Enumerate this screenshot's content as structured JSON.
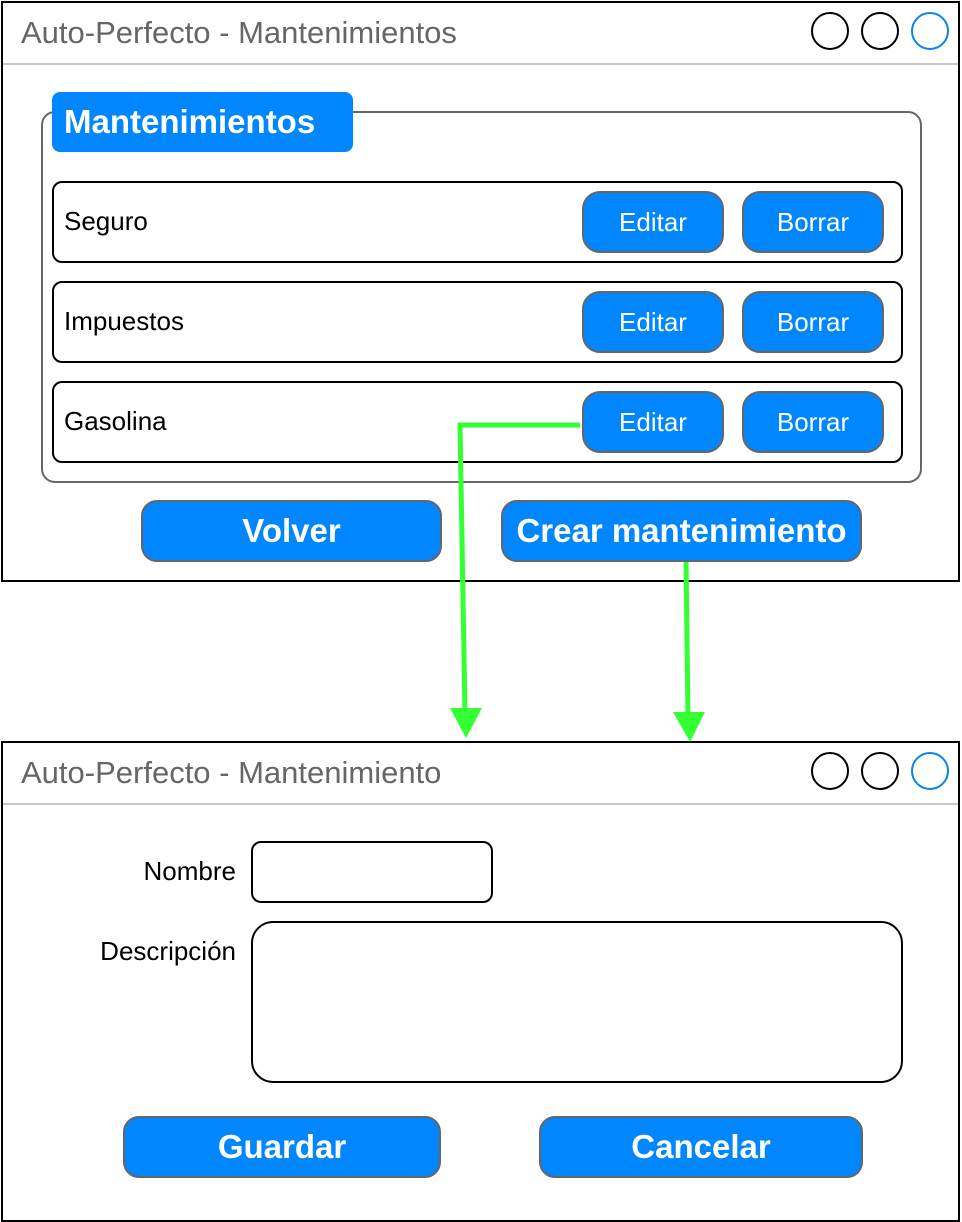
{
  "colors": {
    "accent": "#0087ff",
    "connector": "#33ff33",
    "title_text": "#666666"
  },
  "list_window": {
    "title": "Auto-Perfecto - Mantenimientos",
    "group_title": "Mantenimientos",
    "items": [
      {
        "name": "Seguro",
        "edit_label": "Editar",
        "delete_label": "Borrar"
      },
      {
        "name": "Impuestos",
        "edit_label": "Editar",
        "delete_label": "Borrar"
      },
      {
        "name": "Gasolina",
        "edit_label": "Editar",
        "delete_label": "Borrar"
      }
    ],
    "back_label": "Volver",
    "create_label": "Crear mantenimiento"
  },
  "form_window": {
    "title": "Auto-Perfecto - Mantenimiento",
    "name_label": "Nombre",
    "name_value": "",
    "description_label": "Descripción",
    "description_value": "",
    "save_label": "Guardar",
    "cancel_label": "Cancelar"
  },
  "connectors": [
    {
      "from": "edit-button-gasolina",
      "to": "form-window"
    },
    {
      "from": "create-maintenance-button",
      "to": "form-window"
    }
  ]
}
